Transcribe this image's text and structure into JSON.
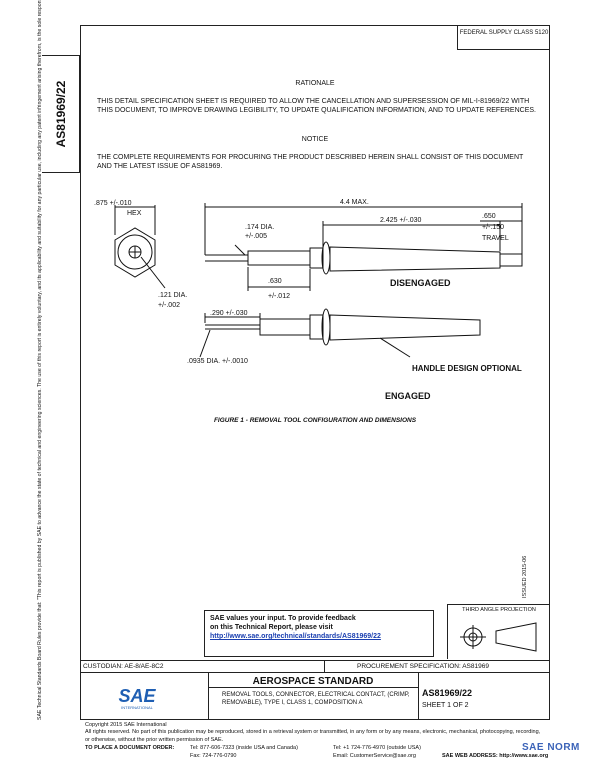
{
  "side_id": "AS81969/22",
  "side_note": "SAE Technical Standards Board Rules provide that: \"This report is published by SAE to advance the state of technical and engineering sciences. The use of this report is entirely voluntary, and its applicability and suitability for any particular use, including any patent infringement arising therefrom, is the sole responsibility of the user.\" SAE reviews each technical report at least every five years at which time it may be reaffirmed, revised, or cancelled. SAE invites your written comments and suggestions.",
  "fsc": "FEDERAL SUPPLY CLASS 5120",
  "rationale": {
    "heading": "RATIONALE",
    "text": "THIS DETAIL SPECIFICATION SHEET IS REQUIRED TO ALLOW THE CANCELLATION AND SUPERSESSION OF MIL-I-81969/22 WITH THIS DOCUMENT, TO IMPROVE DRAWING LEGIBILITY, TO UPDATE QUALIFICATION INFORMATION, AND TO UPDATE REFERENCES."
  },
  "notice": {
    "heading": "NOTICE",
    "text": "THE COMPLETE REQUIREMENTS FOR PROCURING THE PRODUCT DESCRIBED HEREIN SHALL CONSIST OF THIS DOCUMENT AND THE LATEST ISSUE OF AS81969."
  },
  "figure": {
    "dims": {
      "hex": ".875 +/-.010",
      "hex_label": "HEX",
      "overall": "4.4 MAX.",
      "dia174": ".174 DIA.",
      "dia174_tol": "+/-.005",
      "len2425": "2.425 +/-.030",
      "travel1": ".650",
      "travel2": "+/-.150",
      "travel3": "TRAVEL",
      "len630": ".630",
      "len630_tol": "+/-.012",
      "dia121": ".121 DIA.",
      "dia121_tol": "+/-.002",
      "len290": ".290 +/-.030",
      "dia0935": ".0935 DIA. +/-.0010"
    },
    "labels": {
      "disengaged": "DISENGAGED",
      "engaged": "ENGAGED",
      "handle": "HANDLE DESIGN OPTIONAL"
    },
    "caption": "FIGURE 1 - REMOVAL TOOL CONFIGURATION AND DIMENSIONS"
  },
  "issued": "ISSUED 2015-06",
  "feedback": {
    "line1": "SAE values your input. To provide feedback",
    "line2": "on this Technical Report, please visit",
    "link": "http://www.sae.org/technical/standards/AS81969/22"
  },
  "third_angle": "THIRD ANGLE PROJECTION",
  "custodian": "CUSTODIAN: AE-8/AE-8C2",
  "procurement": "PROCUREMENT SPECIFICATION: AS81969",
  "logo": {
    "text": "SAE",
    "sub": "INTERNATIONAL"
  },
  "title_block": {
    "standard": "AEROSPACE STANDARD",
    "desc": "REMOVAL TOOLS, CONNECTOR, ELECTRICAL CONTACT, (CRIMP, REMOVABLE), TYPE I, CLASS 1, COMPOSITION A",
    "number": "AS81969/22",
    "sheet": "SHEET 1 OF 2"
  },
  "footer": {
    "copyright": "Copyright 2015 SAE International",
    "rights": "All rights reserved. No part of this publication may be reproduced, stored in a retrieval system or transmitted, in any form or by any means, electronic, mechanical, photocopying, recording, or otherwise, without the prior written permission of SAE.",
    "order": "TO PLACE A DOCUMENT ORDER:",
    "tel": "Tel: 877-606-7323 (inside USA and Canada)",
    "tel2": "Tel: +1 724-776-4970 (outside USA)",
    "fax": "Fax: 724-776-0790",
    "email": "Email: CustomerService@sae.org",
    "web": "SAE WEB ADDRESS: http://www.sae.org"
  },
  "watermark": "SAE NORM"
}
